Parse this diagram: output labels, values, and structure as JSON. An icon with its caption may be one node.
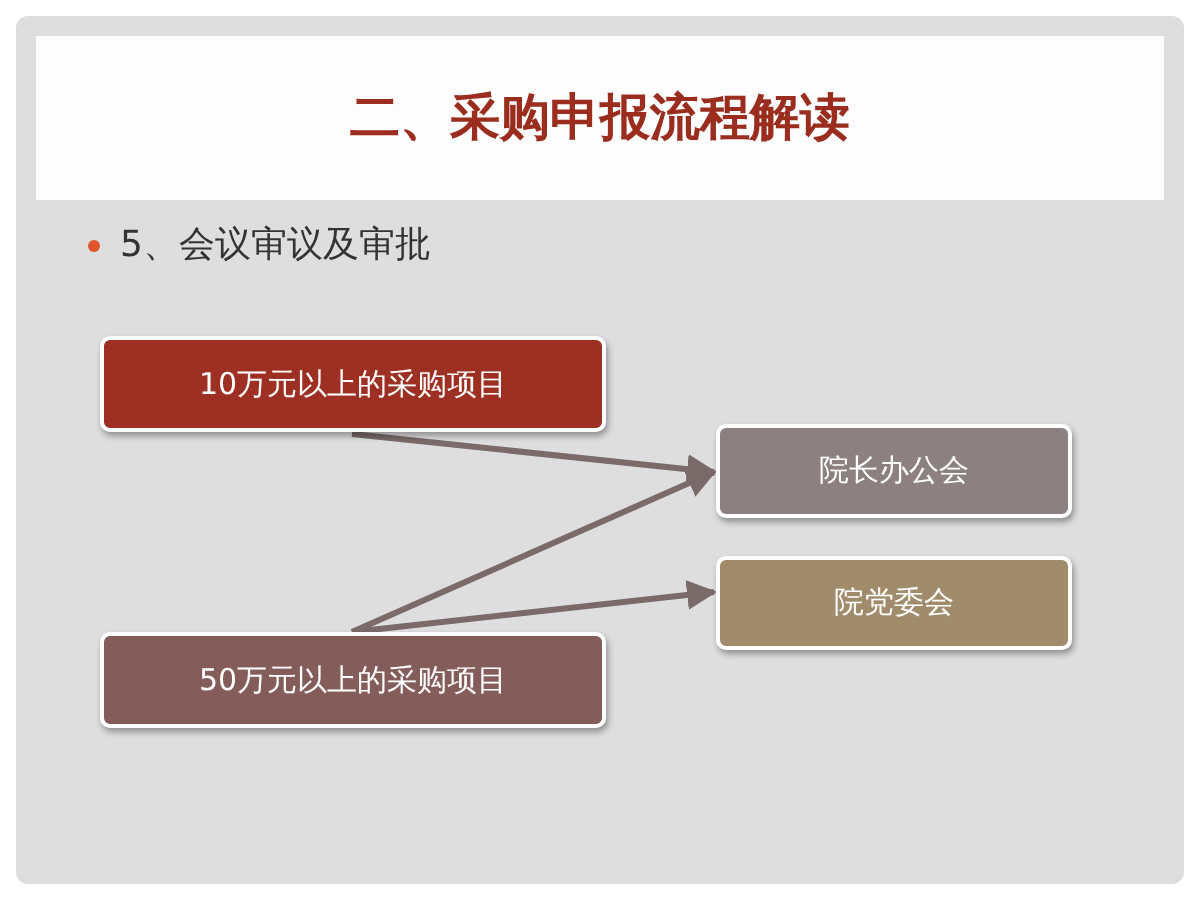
{
  "diagram": {
    "title": "二、采购申报流程解读",
    "nodes": [
      {
        "text": [
          "10万元以上的采购项目"
        ]
      },
      {
        "text": [
          "50万元以上的采购项目"
        ]
      },
      {
        "text": [
          "院长办公会"
        ]
      },
      {
        "text": [
          "院党委会"
        ]
      }
    ],
    "edges": [
      {
        "from": 0,
        "to": 2,
        "arrow": "to"
      },
      {
        "from": 1,
        "to": 2,
        "arrow": "to"
      },
      {
        "from": 1,
        "to": 3,
        "arrow": "to"
      }
    ],
    "labels": [
      "5、会议审议及审批"
    ]
  }
}
